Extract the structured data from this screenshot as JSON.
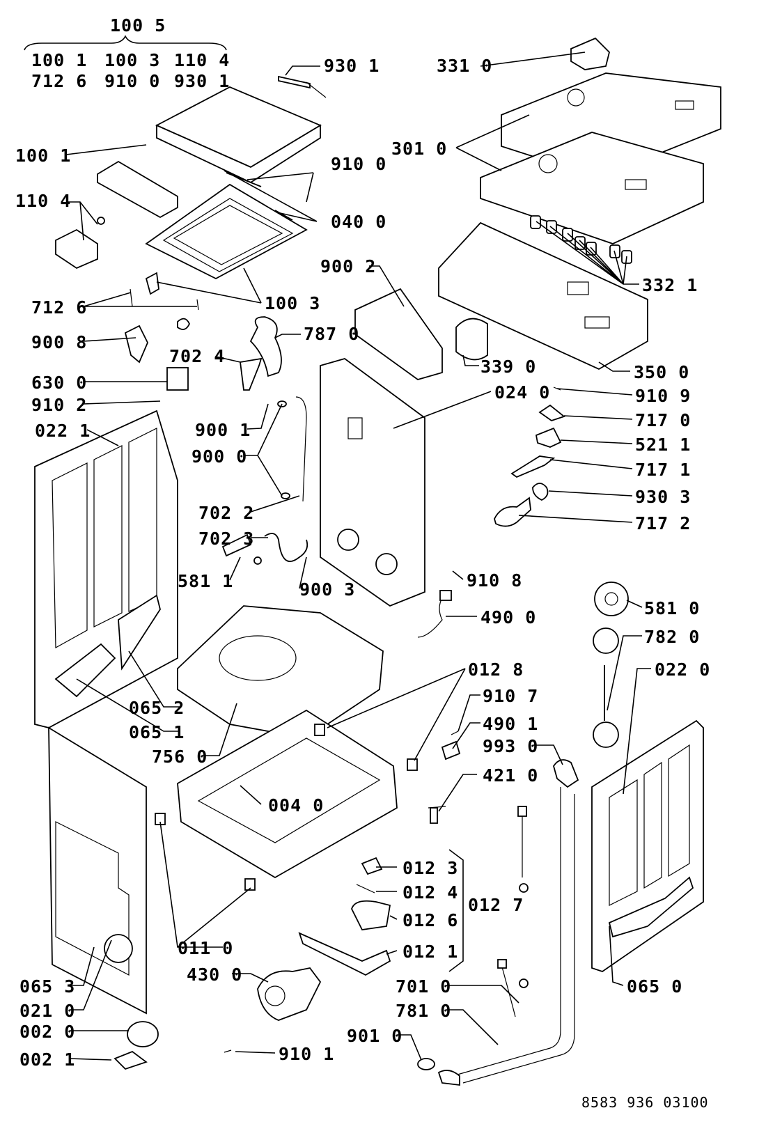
{
  "header_group": {
    "kit": "100 5",
    "row1": [
      "100 1",
      "100 3",
      "110 4"
    ],
    "row2": [
      "712 6",
      "910 0",
      "930 1"
    ]
  },
  "callouts": [
    "930 1",
    "331 0",
    "100 1",
    "301 0",
    "910 0",
    "110 4",
    "040 0",
    "900 2",
    "332 1",
    "712 6",
    "100 3",
    "900 8",
    "787 0",
    "702 4",
    "339 0",
    "350 0",
    "630 0",
    "024 0",
    "910 2",
    "910 9",
    "022 1",
    "717 0",
    "900 1",
    "521 1",
    "900 0",
    "717 1",
    "930 3",
    "702 2",
    "717 2",
    "702 3",
    "581 1",
    "910 8",
    "900 3",
    "490 0",
    "581 0",
    "782 0",
    "022 0",
    "012 8",
    "065 2",
    "910 7",
    "490 1",
    "065 1",
    "756 0",
    "993 0",
    "421 0",
    "004 0",
    "012 3",
    "012 4",
    "012 7",
    "012 6",
    "012 1",
    "011 0",
    "430 0",
    "065 3",
    "701 0",
    "065 0",
    "021 0",
    "781 0",
    "002 0",
    "901 0",
    "002 1",
    "910 1"
  ],
  "drawing_code": "8583 936 03100"
}
